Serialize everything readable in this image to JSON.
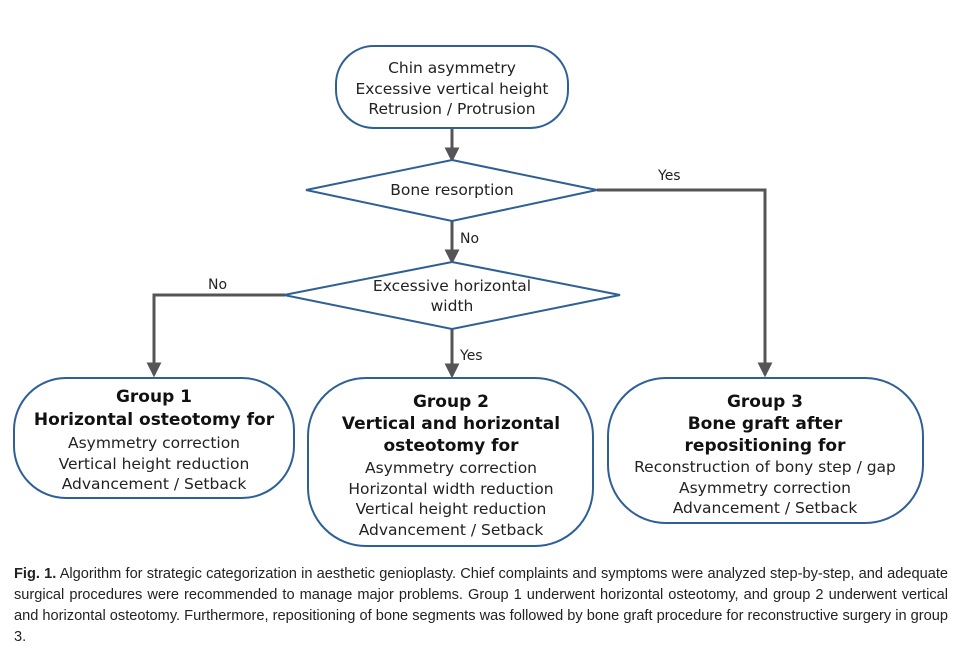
{
  "flowchart": {
    "start": {
      "lines": [
        "Chin asymmetry",
        "Excessive vertical height",
        "Retrusion / Protrusion"
      ]
    },
    "decision1": {
      "lines": [
        "Bone resorption"
      ],
      "yes_label": "Yes",
      "no_label": "No"
    },
    "decision2": {
      "lines": [
        "Excessive horizontal",
        "width"
      ],
      "yes_label": "Yes",
      "no_label": "No"
    },
    "group1": {
      "title_lines": [
        "Group 1",
        "Horizontal osteotomy for"
      ],
      "items": [
        "Asymmetry correction",
        "Vertical height reduction",
        "Advancement / Setback"
      ]
    },
    "group2": {
      "title_lines": [
        "Group 2",
        "Vertical and horizontal",
        "osteotomy for"
      ],
      "items": [
        "Asymmetry correction",
        "Horizontal width reduction",
        "Vertical height reduction",
        "Advancement / Setback"
      ]
    },
    "group3": {
      "title_lines": [
        "Group 3",
        "Bone graft after",
        "repositioning for"
      ],
      "items": [
        "Reconstruction of bony step / gap",
        "Asymmetry correction",
        "Advancement / Setback"
      ]
    }
  },
  "caption": {
    "label": "Fig. 1.",
    "text": "Algorithm for strategic categorization in aesthetic genioplasty. Chief complaints and symptoms were analyzed step-by-step, and adequate surgical procedures were recommended to manage major problems. Group 1 underwent horizontal osteotomy, and group 2 underwent vertical and horizontal osteotomy. Furthermore, repositioning of bone segments was followed by bone graft procedure for reconstructive surgery in group 3."
  },
  "colors": {
    "box_border": "#2e5f96",
    "arrow": "#555555",
    "text": "#222222"
  }
}
